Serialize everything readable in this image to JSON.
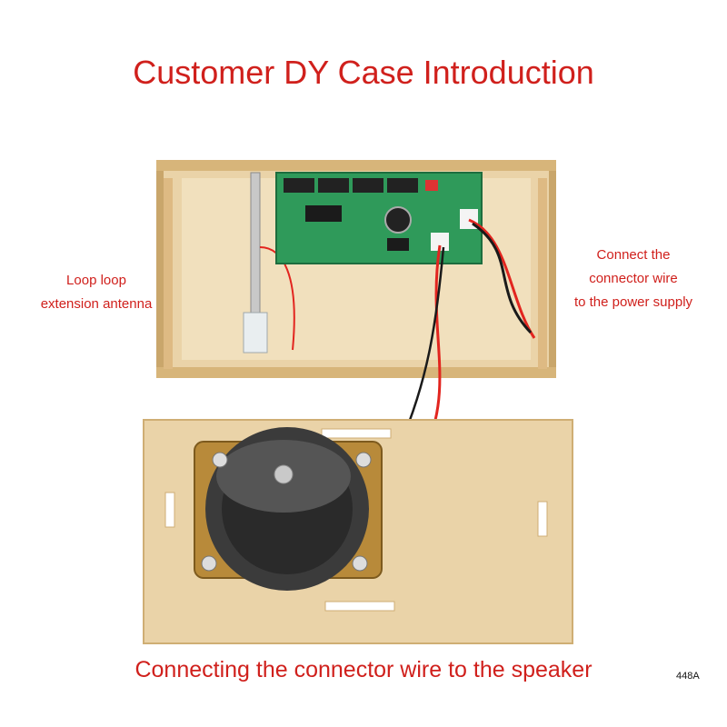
{
  "title": "Customer DY Case Introduction",
  "annotations": {
    "antenna_lines": [
      "Loop loop",
      "extension antenna"
    ],
    "power_lines": [
      "Connect the",
      "connector wire",
      "to the power supply"
    ],
    "speaker_caption": "Connecting the connector wire to the speaker"
  },
  "corner_code": "448A",
  "colors": {
    "text_red": "#d0201c",
    "wood": "#e8cfa3",
    "pcb": "#2f9a5a",
    "wire_red": "#e2251f",
    "wire_black": "#1a1a1a",
    "speaker_metal": "#b88a3a"
  }
}
